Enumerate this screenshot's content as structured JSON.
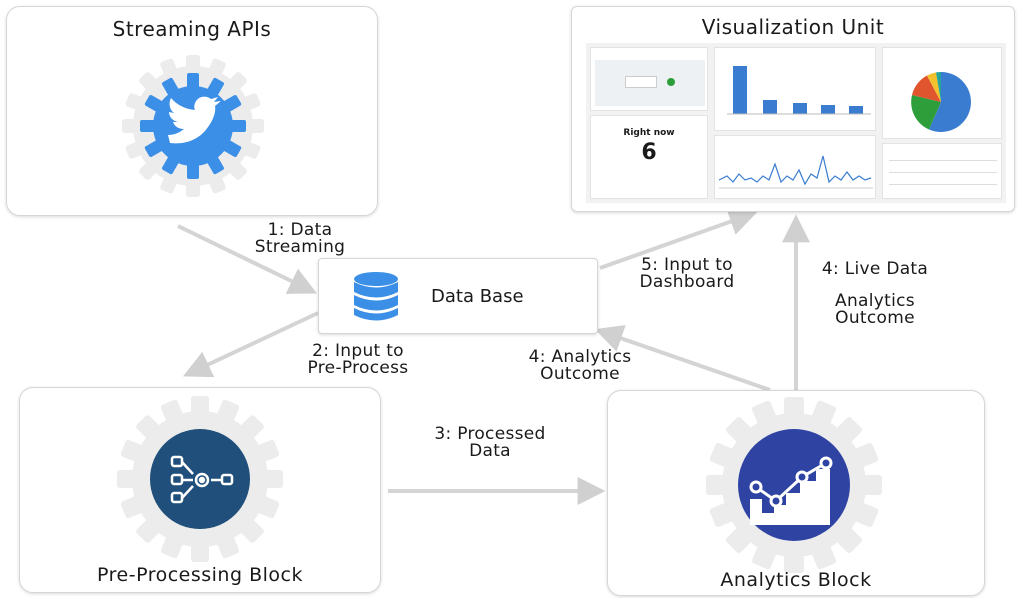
{
  "boxes": {
    "streaming": {
      "title": "Streaming APIs",
      "icon": "twitter-bird-icon",
      "color": "#3c8fe6"
    },
    "visualization": {
      "title": "Visualization Unit"
    },
    "database": {
      "title": "Data Base",
      "icon": "database-icon",
      "color": "#3c8fe6"
    },
    "preprocessing": {
      "title": "Pre-Processing Block",
      "icon": "workflow-nodes-icon",
      "color": "#1f4f7a"
    },
    "analytics": {
      "title": "Analytics Block",
      "icon": "line-chart-icon",
      "color": "#2f43a3"
    }
  },
  "edges": {
    "e1": {
      "line1": "1: Data",
      "line2": "Streaming"
    },
    "e2": {
      "line1": "2:  Input to",
      "line2": "Pre-Process"
    },
    "e3": {
      "line1": "3: Processed",
      "line2": "Data"
    },
    "e4a": {
      "line1": "4: Analytics",
      "line2": "Outcome"
    },
    "e4b": {
      "line1": "4: Live Data",
      "line2": "Analytics",
      "line3": "Outcome"
    },
    "e5": {
      "line1": "5: Input to",
      "line2": "Dashboard"
    }
  },
  "dashboard": {
    "right_now_label": "Right now",
    "right_now_value": "6"
  },
  "colors": {
    "arrow": "#d4d4d4",
    "gear": "#ededed"
  }
}
